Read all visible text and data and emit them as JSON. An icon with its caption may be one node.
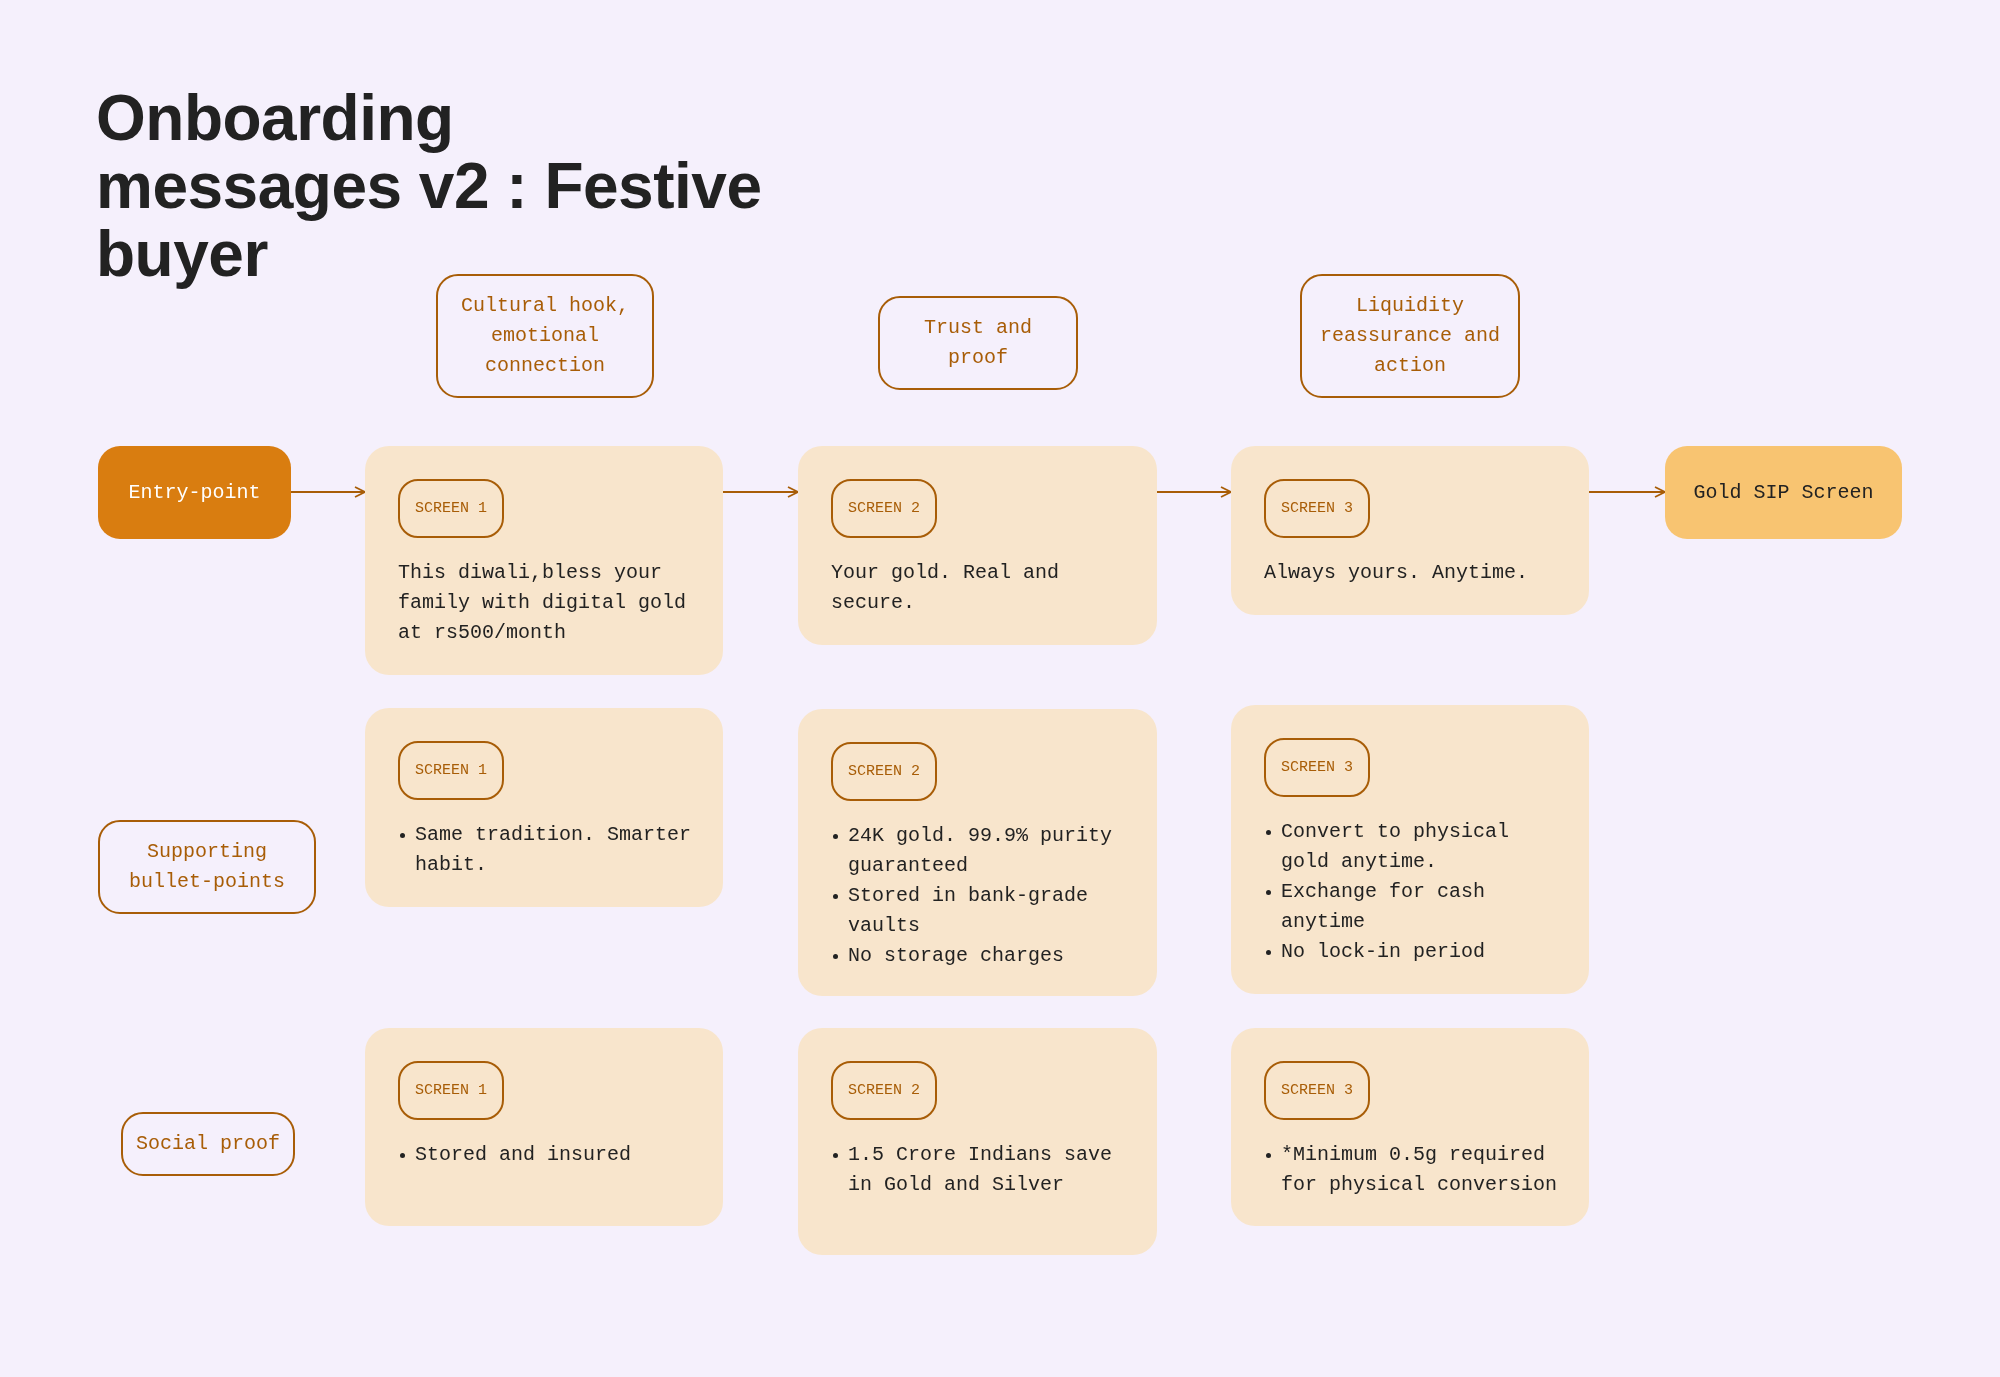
{
  "diagram": {
    "title": "Onboarding messages v2 : Festive buyer",
    "nodes": [
      {
        "text": [
          "Cultural hook, emotional connection"
        ]
      },
      {
        "text": [
          "Trust and proof"
        ]
      },
      {
        "text": [
          "Liquidity reassurance and action"
        ]
      },
      {
        "text": [
          "Entry-point"
        ]
      },
      {
        "text": [
          "SCREEN 1",
          "This diwali,bless your family with digital gold at rs500/month"
        ]
      },
      {
        "text": [
          "SCREEN 2",
          "Your gold. Real and secure."
        ]
      },
      {
        "text": [
          "SCREEN 3",
          "Always yours. Anytime."
        ]
      },
      {
        "text": [
          "Gold SIP Screen"
        ]
      },
      {
        "text": [
          "Supporting bullet-points"
        ]
      },
      {
        "text": [
          "SCREEN 1",
          "Same tradition. Smarter habit."
        ]
      },
      {
        "text": [
          "SCREEN 2",
          "24K gold. 99.9% purity guaranteed",
          "Stored in bank-grade vaults",
          "No storage charges"
        ]
      },
      {
        "text": [
          "SCREEN 3",
          "Convert to physical gold anytime.",
          "Exchange for cash anytime",
          "No lock-in period"
        ]
      },
      {
        "text": [
          "Social proof"
        ]
      },
      {
        "text": [
          "SCREEN 1",
          "Stored and insured"
        ]
      },
      {
        "text": [
          "SCREEN 2",
          "1.5 Crore Indians save in Gold and Silver"
        ]
      },
      {
        "text": [
          "SCREEN 3",
          "*Minimum 0.5g required for physical conversion"
        ]
      }
    ],
    "edges": [
      {
        "from": 3,
        "to": 4,
        "arrow": "to"
      },
      {
        "from": 4,
        "to": 5,
        "arrow": "to"
      },
      {
        "from": 5,
        "to": 6,
        "arrow": "to"
      },
      {
        "from": 6,
        "to": 7,
        "arrow": "to"
      }
    ]
  }
}
